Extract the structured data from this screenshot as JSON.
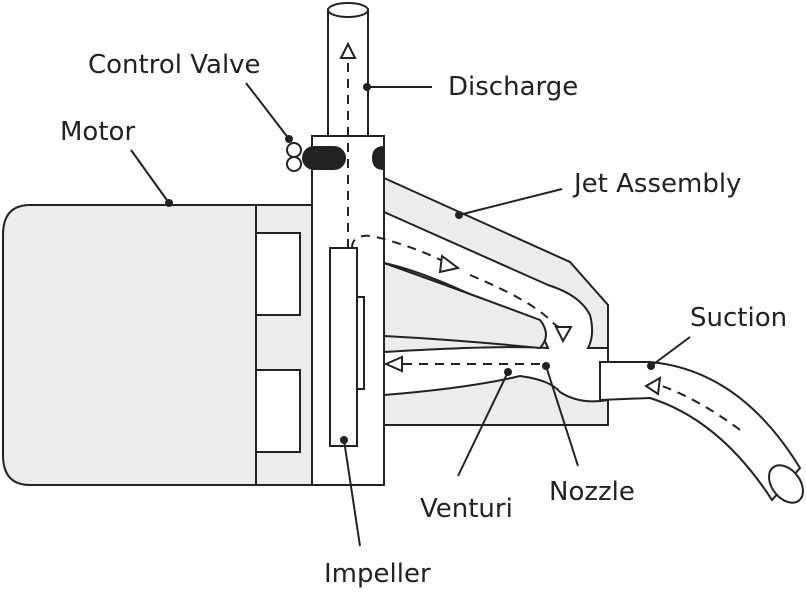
{
  "colors": {
    "outline": "#222222",
    "body_fill": "#ececec",
    "background": "#ffffff"
  },
  "labels": {
    "control_valve": "Control Valve",
    "discharge": "Discharge",
    "motor": "Motor",
    "jet_assembly": "Jet Assembly",
    "suction": "Suction",
    "venturi": "Venturi",
    "nozzle": "Nozzle",
    "impeller": "Impeller"
  }
}
